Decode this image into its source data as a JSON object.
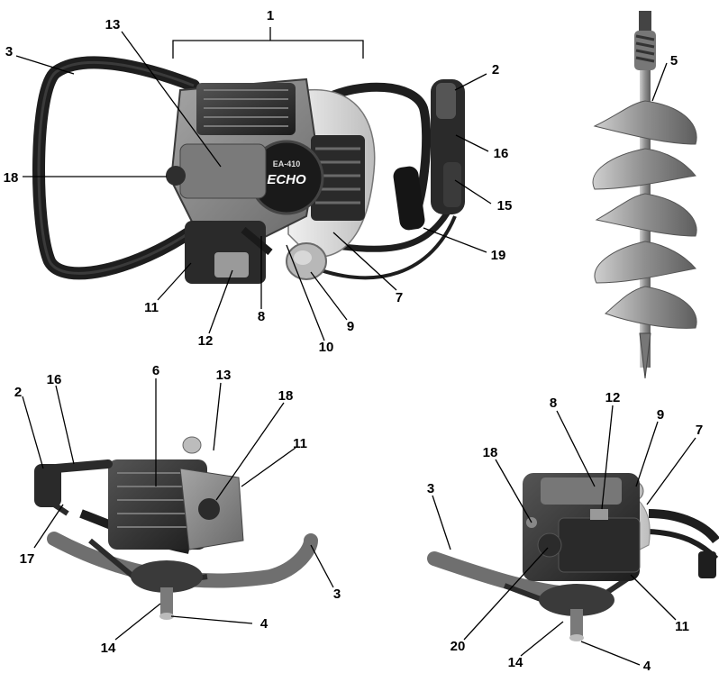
{
  "figures": [
    {
      "name": "engine-top-view"
    },
    {
      "name": "auger-bit"
    },
    {
      "name": "unit-left-side-view"
    },
    {
      "name": "unit-right-side-view"
    }
  ],
  "engine_branding": {
    "model_text": "EA-410",
    "brand_text": "ECHO"
  },
  "callouts": {
    "top": [
      "1",
      "13",
      "3",
      "2",
      "5",
      "16",
      "15",
      "18",
      "19",
      "7",
      "9",
      "10",
      "8",
      "12",
      "11"
    ],
    "left": [
      "2",
      "16",
      "6",
      "13",
      "18",
      "11",
      "17",
      "3",
      "4",
      "14"
    ],
    "right": [
      "8",
      "12",
      "9",
      "7",
      "18",
      "3",
      "20",
      "11",
      "14",
      "4"
    ]
  },
  "colors": {
    "metal_dark": "#2b2b2b",
    "body_mid": "#8a8a8a",
    "tank_light": "#d8d8d8",
    "handle": "#1e1e1e",
    "auger": "#9c9c9c"
  }
}
